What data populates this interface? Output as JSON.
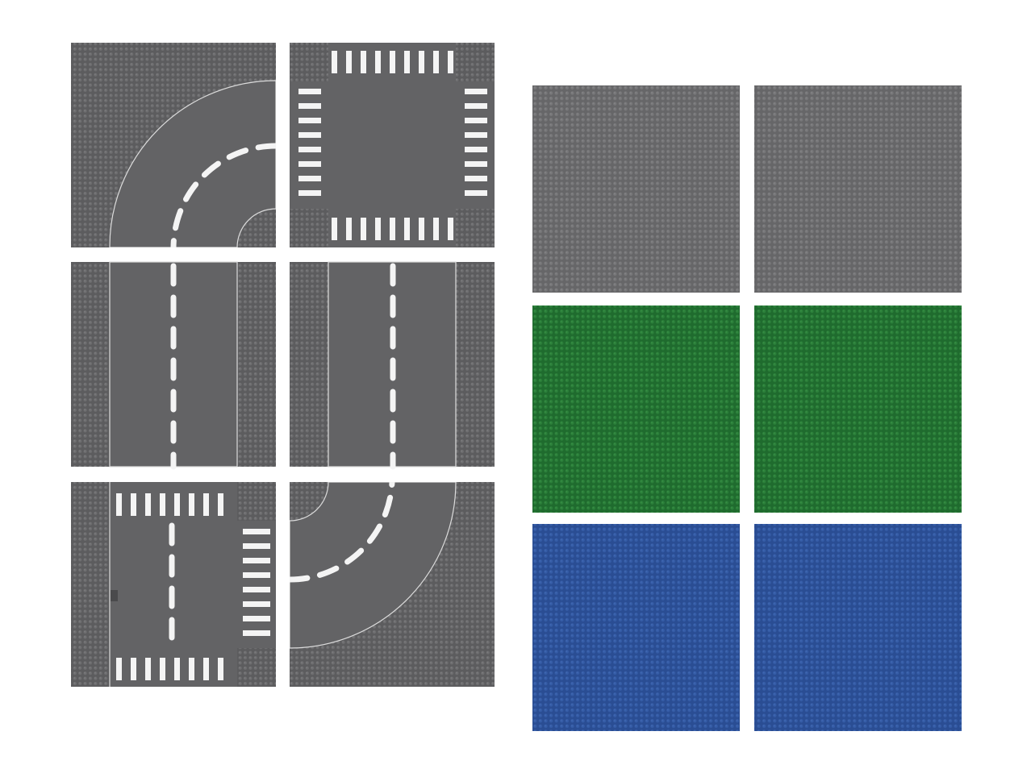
{
  "colors": {
    "background": "#ffffff",
    "road_plate": "#5d5d5f",
    "road_surface": "#636365",
    "road_marking": "#f4f4f4",
    "grey_plate": "#6b6b6d",
    "green_plate": "#247433",
    "blue_plate": "#2f549c"
  },
  "road_plates": [
    {
      "kind": "curve"
    },
    {
      "kind": "crossroads"
    },
    {
      "kind": "straight"
    },
    {
      "kind": "straight"
    },
    {
      "kind": "t-junction"
    },
    {
      "kind": "curve"
    }
  ],
  "base_plates": [
    {
      "color_name": "grey"
    },
    {
      "color_name": "grey"
    },
    {
      "color_name": "green"
    },
    {
      "color_name": "green"
    },
    {
      "color_name": "blue"
    },
    {
      "color_name": "blue"
    }
  ]
}
